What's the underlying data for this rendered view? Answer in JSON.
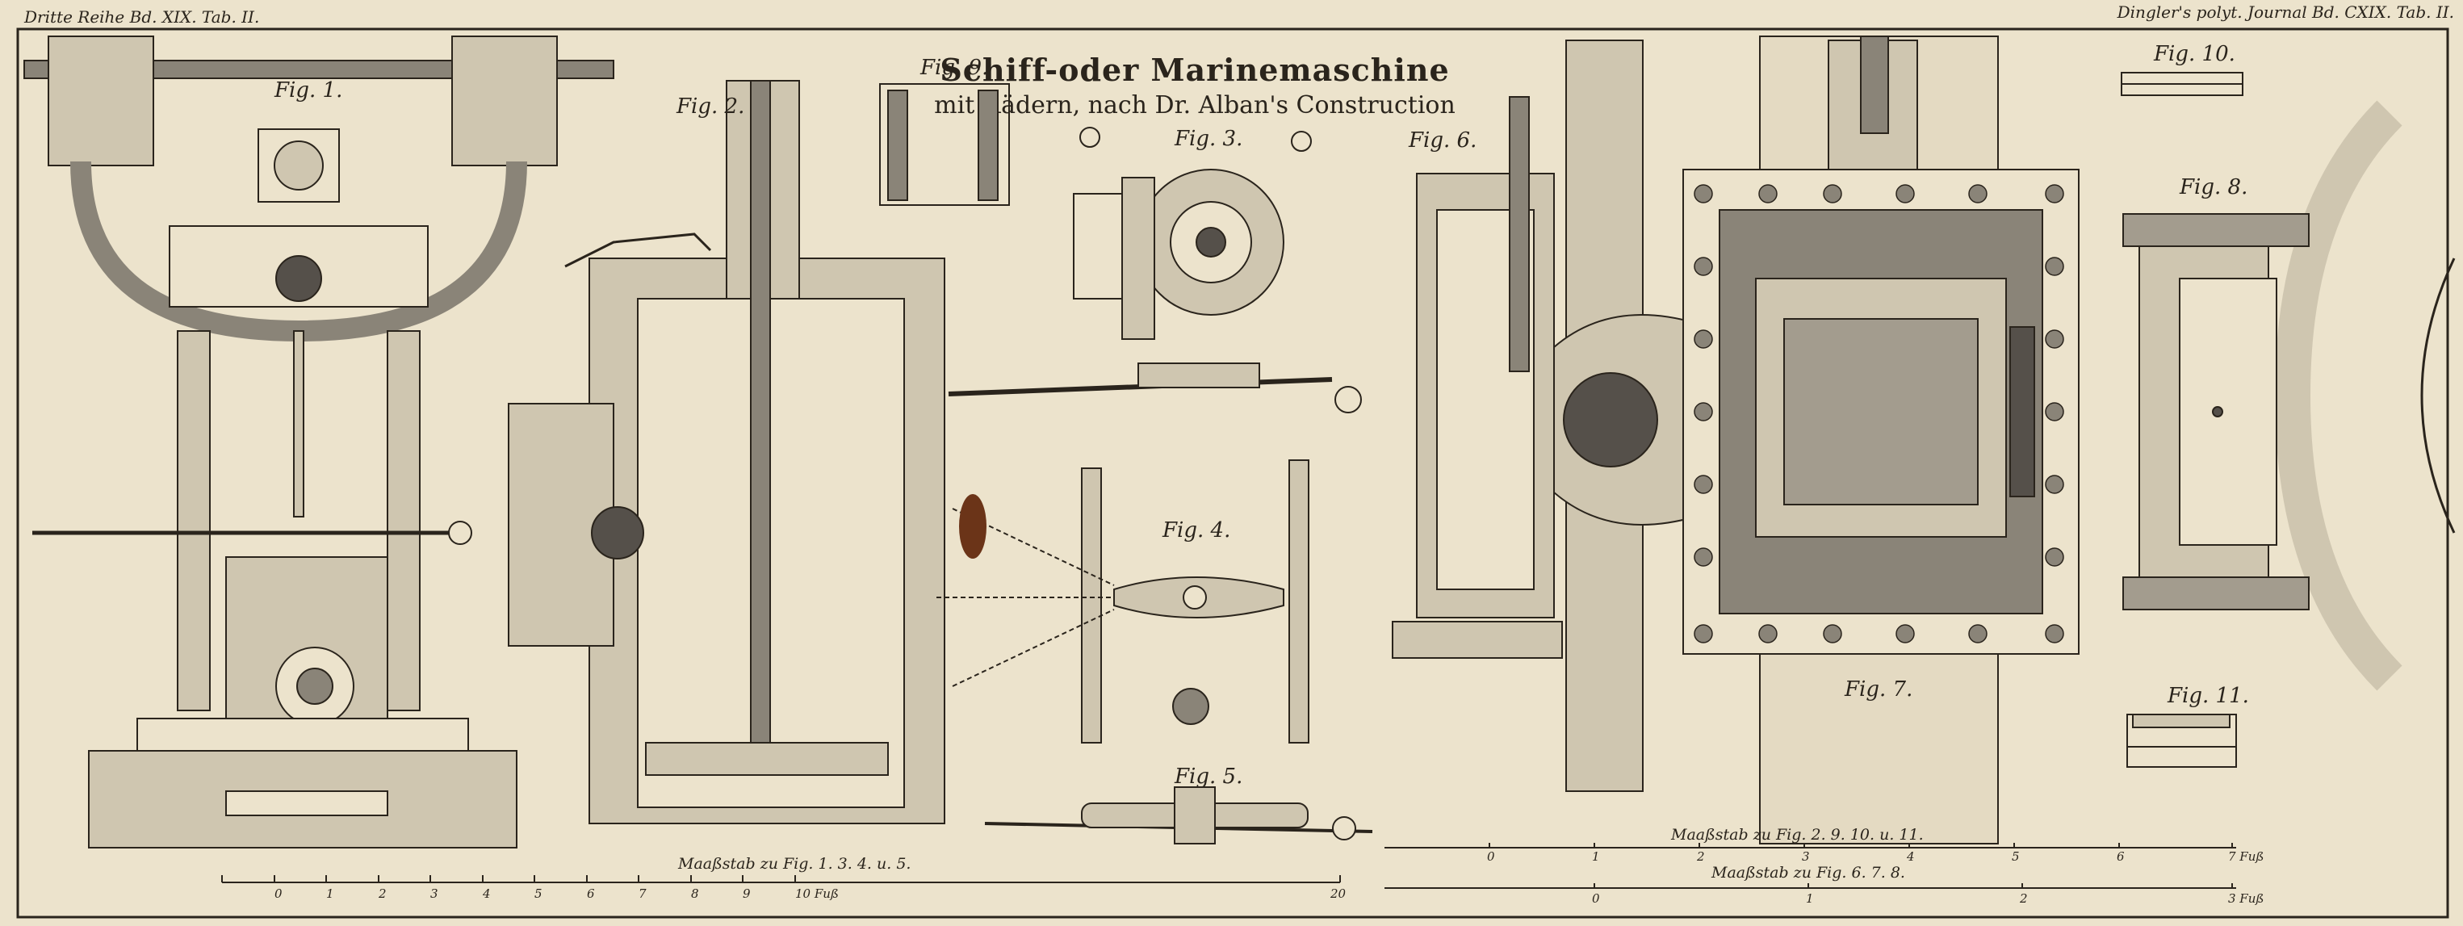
{
  "header": {
    "left": "Dritte Reihe Bd. XIX. Tab. II.",
    "right": "Dingler's polyt. Journal Bd. CXIX. Tab. II."
  },
  "title": {
    "line1": "Schiff-oder Marinemaschine",
    "line2": "mit Rädern, nach Dr. Alban's Construction"
  },
  "figures": {
    "f1": "Fig. 1.",
    "f2": "Fig. 2.",
    "f3": "Fig. 3.",
    "f4": "Fig. 4.",
    "f5": "Fig. 5.",
    "f6": "Fig. 6.",
    "f7": "Fig. 7.",
    "f8": "Fig. 8.",
    "f9": "Fig. 9.",
    "f10": "Fig. 10.",
    "f11": "Fig. 11."
  },
  "scales": {
    "left_label": "Maaßstab zu Fig. 1. 3. 4. u. 5.",
    "left_ticks": [
      "0",
      "1",
      "2",
      "3",
      "4",
      "5",
      "6",
      "7",
      "8",
      "9",
      "10 Fuß",
      "20"
    ],
    "right1_label": "Maaßstab zu Fig. 2. 9. 10. u. 11.",
    "right1_ticks": [
      "0",
      "1",
      "2",
      "3",
      "4",
      "5",
      "6",
      "7 Fuß"
    ],
    "right2_label": "Maaßstab zu Fig. 6. 7. 8.",
    "right2_ticks": [
      "0",
      "1",
      "2",
      "3 Fuß"
    ]
  },
  "colors": {
    "paper": "#ece3cc",
    "ink": "#2a241c",
    "shade": "#8a8478",
    "dark": "#55504a",
    "stain": "#6b3418"
  }
}
